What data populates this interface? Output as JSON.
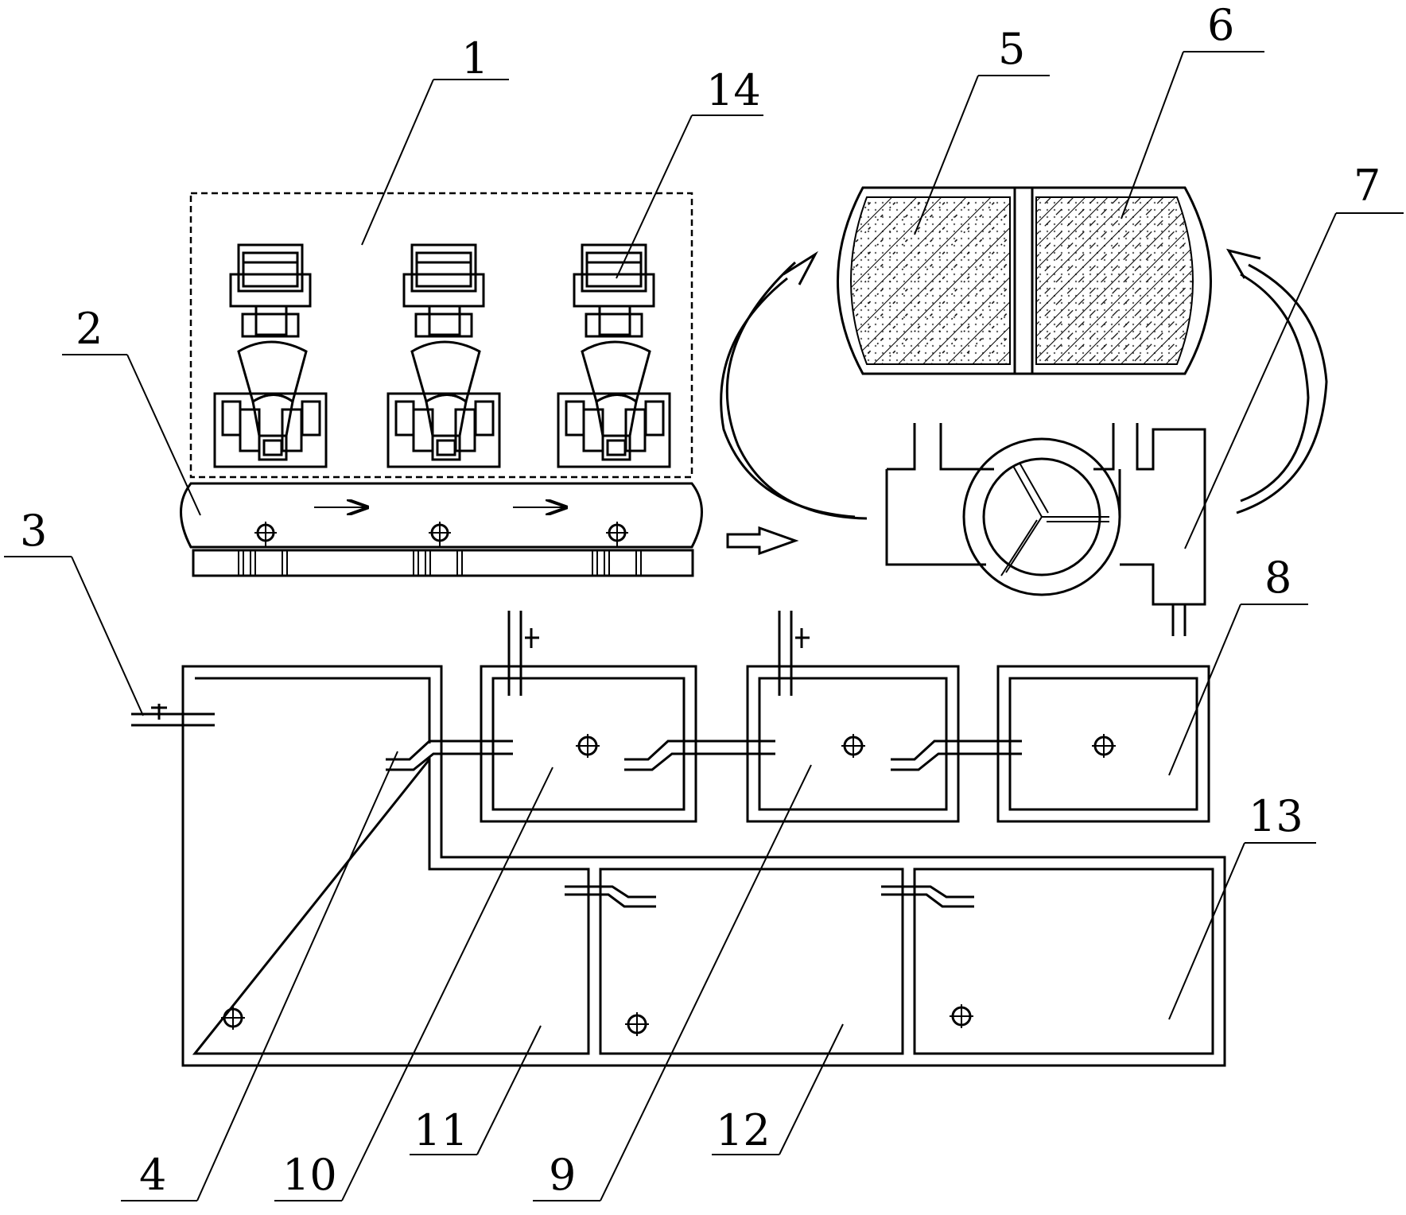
{
  "labels": {
    "n1": "1",
    "n2": "2",
    "n3": "3",
    "n4": "4",
    "n5": "5",
    "n6": "6",
    "n7": "7",
    "n8": "8",
    "n9": "9",
    "n10": "10",
    "n11": "11",
    "n12": "12",
    "n13": "13",
    "n14": "14"
  },
  "colors": {
    "line": "#000000",
    "background": "#ffffff"
  }
}
